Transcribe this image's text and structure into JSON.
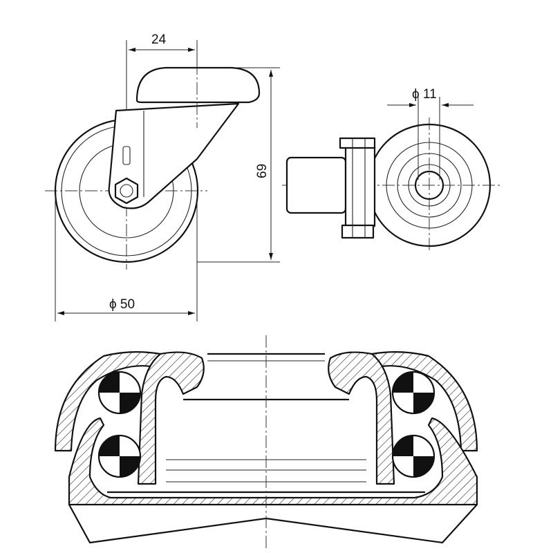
{
  "drawing": {
    "dimensions": {
      "offset": "24",
      "height": "69",
      "bore_diameter": "ϕ 11",
      "wheel_diameter": "ϕ 50"
    },
    "colors": {
      "line": "#111111",
      "background": "#ffffff"
    }
  }
}
